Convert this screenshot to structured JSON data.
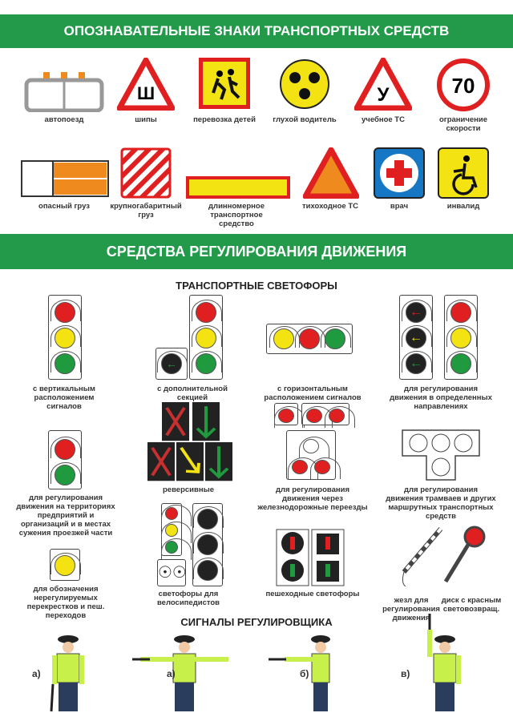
{
  "header1": "ОПОЗНАВАТЕЛЬНЫЕ ЗНАКИ ТРАНСПОРТНЫХ СРЕДСТВ",
  "signs_row1": [
    {
      "label": "автопоезд"
    },
    {
      "label": "шипы",
      "glyph": "Ш"
    },
    {
      "label": "перевозка детей"
    },
    {
      "label": "глухой водитель"
    },
    {
      "label": "учебное ТС",
      "glyph": "У"
    },
    {
      "label": "ограничение скорости",
      "glyph": "70"
    }
  ],
  "signs_row2": [
    {
      "label": "опасный груз"
    },
    {
      "label": "крупногабаритный груз"
    },
    {
      "label": "длинномерное транспортное средство"
    },
    {
      "label": "тихоходное ТС"
    },
    {
      "label": "врач"
    },
    {
      "label": "инвалид"
    }
  ],
  "header2": "СРЕДСТВА РЕГУЛИРОВАНИЯ ДВИЖЕНИЯ",
  "sub1": "ТРАНСПОРТНЫЕ СВЕТОФОРЫ",
  "lights": {
    "vertical": "с вертикальным расположением сигналов",
    "extra": "с дополнительной секцией",
    "horizontal": "с горизонтальным расположением сигналов",
    "directions": "для регулирования движения в определенных направлениях",
    "enterprise": "для регулирования движения на территориях предприятий и организаций и в местах сужения проезжей части",
    "reversible": "реверсивные",
    "railway": "для регулирования движения через железнодорожные переезды",
    "tram": "для регулирования движения трамваев и других маршрутных транспортных средств",
    "unregulated": "для обозначения нерегулируемых перекрестков и пеш. переходов",
    "bicycle": "светофоры для велосипедистов",
    "pedestrian": "пешеходные светофоры",
    "baton": "жезл для регулирования движения",
    "disk": "диск с красным световозвращ."
  },
  "sub2": "СИГНАЛЫ РЕГУЛИРОВЩИКА",
  "officers": [
    "а)",
    "а)",
    "б)",
    "в)"
  ],
  "colors": {
    "green": "#23994a",
    "red": "#e02020",
    "yellow": "#f3e313",
    "orange": "#ef8a1f",
    "blue": "#1677c4"
  }
}
